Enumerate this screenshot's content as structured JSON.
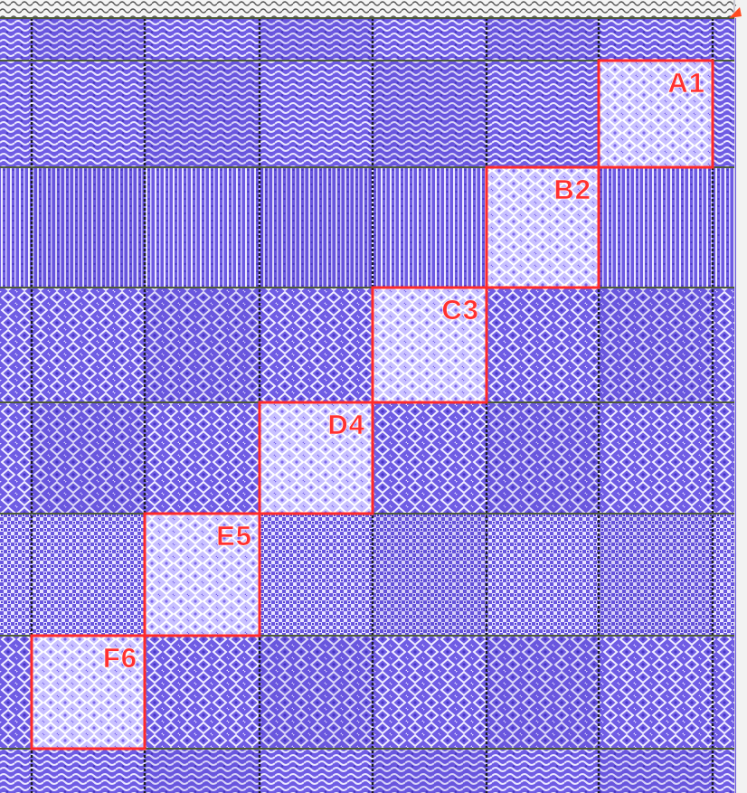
{
  "colors": {
    "base": "#7460e6",
    "weave_light": "#f2f0ff",
    "weave_dark": "#5a47cf",
    "grid_line": "#1a1a24",
    "row_line": "#4d5a3a",
    "highlight_fill": "#b9b0ff",
    "highlight_border": "#ff2a2a",
    "label": "#ff3030",
    "corner_accent": "#ff4a20"
  },
  "highlighted_blocks": [
    {
      "label": "A1",
      "row": 0,
      "col": 5
    },
    {
      "label": "B2",
      "row": 1,
      "col": 4
    },
    {
      "label": "C3",
      "row": 2,
      "col": 3
    },
    {
      "label": "D4",
      "row": 3,
      "col": 2
    },
    {
      "label": "E5",
      "row": 4,
      "col": 1
    },
    {
      "label": "F6",
      "row": 5,
      "col": 0
    }
  ],
  "grid": {
    "rows": 6,
    "cols": 6
  }
}
